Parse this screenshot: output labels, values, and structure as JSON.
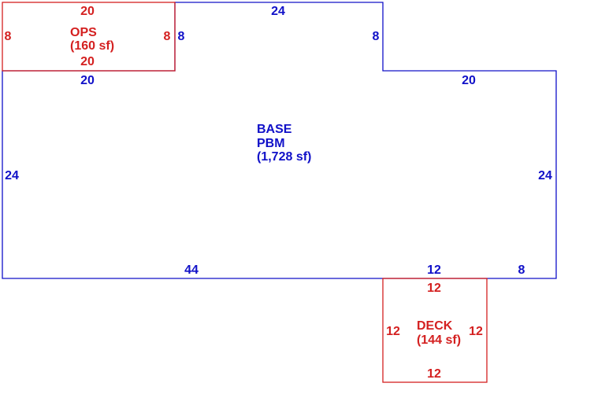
{
  "colors": {
    "base": "#1010c8",
    "addition": "#d42020",
    "background": "#ffffff"
  },
  "base": {
    "name": "BASE",
    "code": "PBM",
    "area": "(1,728 sf)",
    "dims": {
      "top": "24",
      "notch_left": "8",
      "notch_right": "8",
      "upper_left": "20",
      "upper_right": "20",
      "left": "24",
      "right": "24",
      "bottom_left": "44",
      "bottom_mid": "12",
      "bottom_right": "8"
    }
  },
  "ops": {
    "name": "OPS",
    "area": "(160 sf)",
    "dims": {
      "top": "20",
      "bottom": "20",
      "left": "8",
      "right": "8"
    }
  },
  "deck": {
    "name": "DECK",
    "area": "(144 sf)",
    "dims": {
      "top": "12",
      "bottom": "12",
      "left": "12",
      "right": "12"
    }
  }
}
